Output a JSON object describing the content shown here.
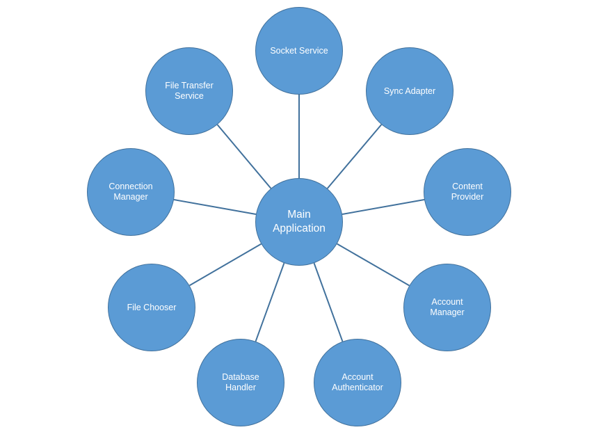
{
  "diagram": {
    "center": {
      "lines": [
        "Main",
        "Application"
      ]
    },
    "satellites": [
      {
        "id": "socket-service",
        "lines": [
          "Socket Service"
        ]
      },
      {
        "id": "sync-adapter",
        "lines": [
          "Sync Adapter"
        ]
      },
      {
        "id": "content-provider",
        "lines": [
          "Content",
          "Provider"
        ]
      },
      {
        "id": "account-manager",
        "lines": [
          "Account",
          "Manager"
        ]
      },
      {
        "id": "account-authenticator",
        "lines": [
          "Account",
          "Authenticator"
        ]
      },
      {
        "id": "database-handler",
        "lines": [
          "Database",
          "Handler"
        ]
      },
      {
        "id": "file-chooser",
        "lines": [
          "File Chooser"
        ]
      },
      {
        "id": "connection-manager",
        "lines": [
          "Connection",
          "Manager"
        ]
      },
      {
        "id": "file-transfer-service",
        "lines": [
          "File Transfer",
          "Service"
        ]
      }
    ]
  },
  "colors": {
    "node_fill": "#5b9bd5",
    "node_border": "#41719c",
    "edge": "#41719c",
    "text": "#ffffff"
  }
}
